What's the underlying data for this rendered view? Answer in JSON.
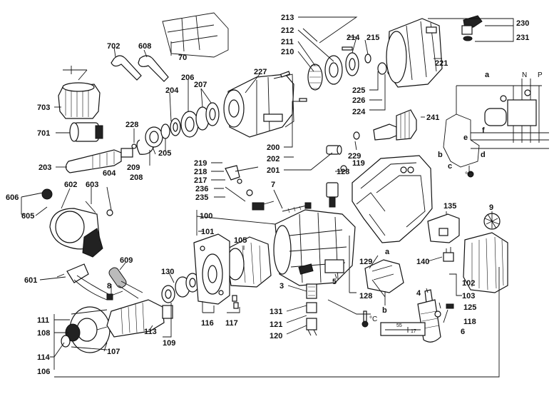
{
  "callouts": [
    "702",
    "608",
    "70",
    "703",
    "701",
    "203",
    "228",
    "209",
    "208",
    "204",
    "205",
    "206",
    "207",
    "227",
    "213",
    "212",
    "211",
    "210",
    "214",
    "215",
    "221",
    "230",
    "231",
    "225",
    "226",
    "224",
    "241",
    "229",
    "200",
    "202",
    "201",
    "219",
    "218",
    "217",
    "236",
    "235",
    "128",
    "119",
    "7",
    "100",
    "101",
    "105",
    "135",
    "9",
    "606",
    "602",
    "603",
    "604",
    "605",
    "601",
    "609",
    "130",
    "8",
    "111",
    "108",
    "114",
    "106",
    "107",
    "113",
    "109",
    "116",
    "117",
    "3",
    "131",
    "121",
    "120",
    "5",
    "129",
    "4",
    "125",
    "118",
    "6",
    "140",
    "102",
    "103"
  ],
  "letters": [
    "a",
    "N",
    "P",
    "b",
    "c",
    "e",
    "f",
    "d",
    "a",
    "b"
  ],
  "temp_unit": "°C",
  "scale_numbers": [
    "55",
    "17"
  ]
}
